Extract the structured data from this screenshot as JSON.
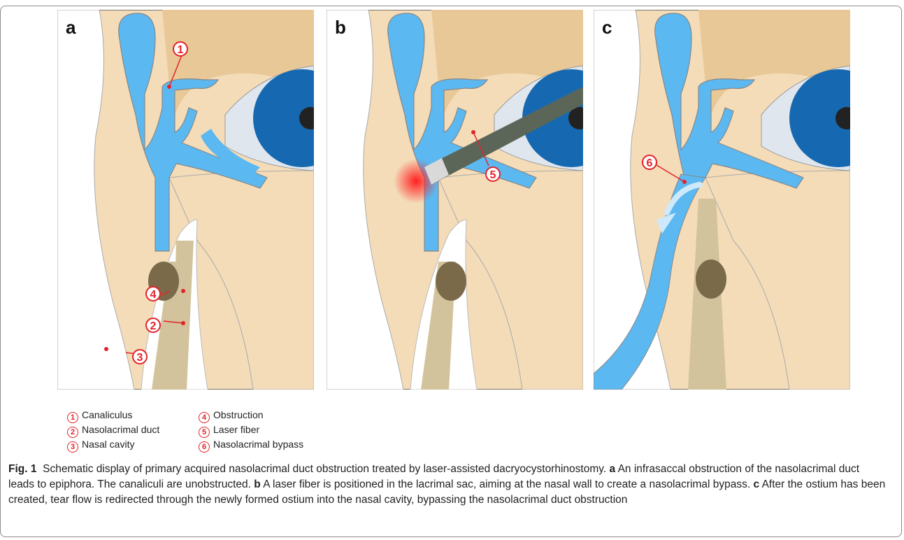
{
  "panels": [
    {
      "letter": "a"
    },
    {
      "letter": "b"
    },
    {
      "letter": "c"
    }
  ],
  "markers": [
    "1",
    "2",
    "3",
    "4",
    "5",
    "6"
  ],
  "legend": {
    "col1": [
      {
        "num": "1",
        "label": "Canaliculus"
      },
      {
        "num": "2",
        "label": "Nasolacrimal duct"
      },
      {
        "num": "3",
        "label": "Nasal cavity"
      }
    ],
    "col2": [
      {
        "num": "4",
        "label": "Obstruction"
      },
      {
        "num": "5",
        "label": "Laser fiber"
      },
      {
        "num": "6",
        "label": "Nasolacrimal bypass"
      }
    ]
  },
  "caption": {
    "fig_label": "Fig. 1",
    "intro": "Schematic display of primary acquired nasolacrimal duct obstruction treated by laser-assisted dacryocystorhinostomy.",
    "a_key": "a",
    "a_text": "An infrasaccal obstruction of the nasolacrimal duct leads to epiphora. The canaliculi are unobstructed.",
    "b_key": "b",
    "b_text": "A laser fiber is positioned in the lacrimal sac, aiming at the nasal wall to create a nasolacrimal bypass.",
    "c_key": "c",
    "c_text": "After the ostium has been created, tear flow is redirected through the newly formed ostium into the nasal cavity, bypassing the nasolacrimal duct obstruction"
  },
  "colors": {
    "tissue": "#f4dcb8",
    "skin_dark": "#e9c897",
    "bone_white": "#ffffff",
    "lacrimal_blue": "#5bb8f0",
    "duct_tan": "#d3c39c",
    "obstruction": "#7b6a4a",
    "iris": "#1669b0",
    "marker_red": "#e3232a",
    "laser_fiber": "#5b6659"
  }
}
